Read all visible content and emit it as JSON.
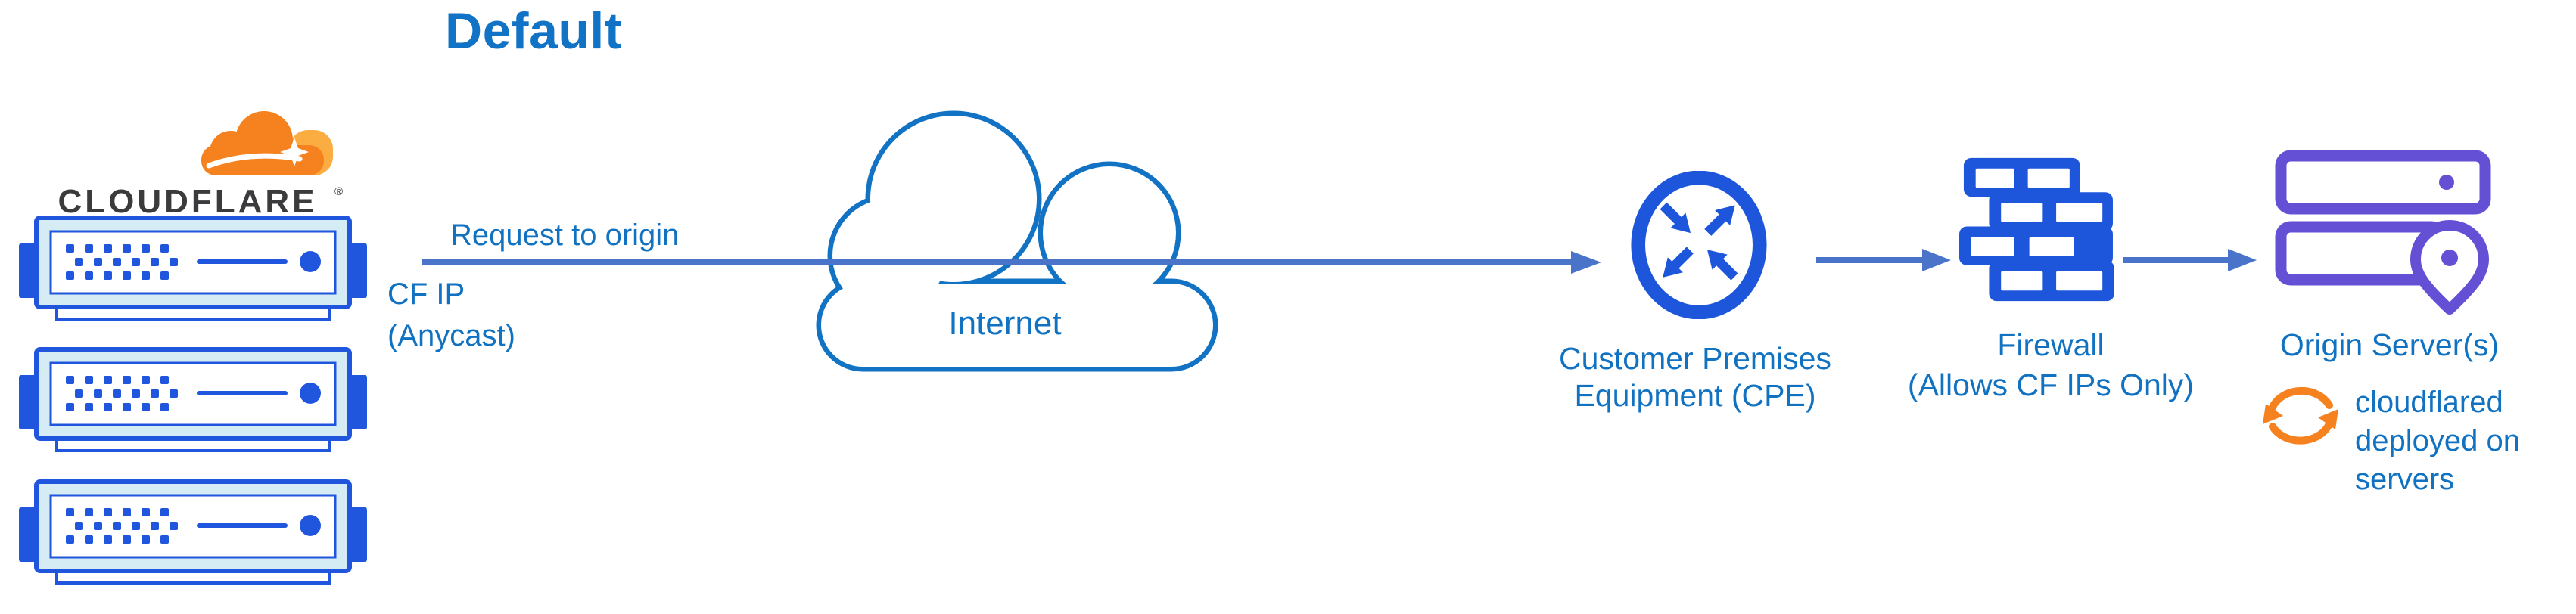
{
  "title": "Default",
  "brand": {
    "wordmark": "CLOUDFLARE",
    "registered": "®"
  },
  "labels": {
    "request": "Request to origin",
    "cf_ip": [
      "CF IP",
      "(Anycast)"
    ],
    "internet": "Internet",
    "cpe": [
      "Customer Premises",
      "Equipment (CPE)"
    ],
    "firewall": [
      "Firewall",
      "(Allows CF IPs Only)"
    ],
    "origin": "Origin Server(s)",
    "cloudflared": [
      "cloudflared",
      "deployed on",
      "servers"
    ]
  },
  "icons": [
    "cloudflare-logo",
    "edge-server-icon",
    "internet-cloud-icon",
    "cpe-router-icon",
    "firewall-icon",
    "origin-servers-icon",
    "location-pin-icon",
    "sync-arrows-icon",
    "flow-arrow"
  ],
  "colors": {
    "title_text": "#1173c5",
    "label_text": "#1172c2",
    "flow_arrow": "#4a74c9",
    "icon_blue": "#1d56db",
    "cloud_stroke": "#1273c5",
    "edge_server_fill": "#d6ecf5",
    "origin_purple": "#6450d4",
    "cloudflare_orange": "#f6821f",
    "cloudflare_orange_light": "#fbad41",
    "wordmark_dark": "#3b3b3d"
  }
}
